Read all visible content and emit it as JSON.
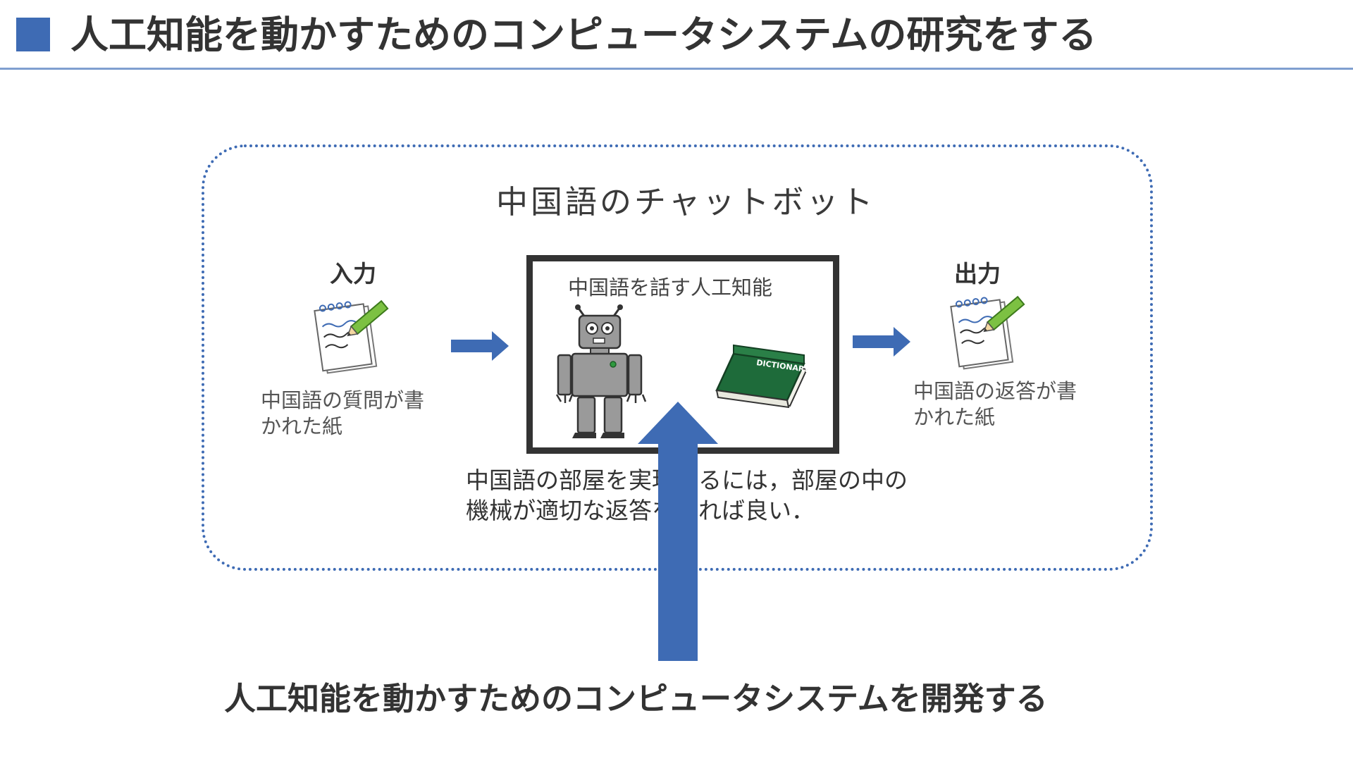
{
  "header": {
    "title": "人工知能を動かすためのコンピュータシステムの研究をする"
  },
  "diagram": {
    "chatbot_title": "中国語のチャットボット",
    "input": {
      "label": "入力",
      "description_line1": "中国語の質問が書",
      "description_line2": "かれた紙"
    },
    "output": {
      "label": "出力",
      "description_line1": "中国語の返答が書",
      "description_line2": "かれた紙"
    },
    "ai_box": {
      "label": "中国語を話す人工知能",
      "book_text": "DICTIONARY"
    },
    "caption_line1": "中国語の部屋を実現するには，部屋の中の",
    "caption_line2": "機械が適切な返答をすれば良い．"
  },
  "footer": {
    "text": "人工知能を動かすためのコンピュータシステムを開発する"
  },
  "colors": {
    "accent": "#3e6bb4",
    "rule": "#7f9fd0",
    "text": "#333333",
    "book_green": "#1e6b3a",
    "robot_gray": "#9a9a9a"
  },
  "icons": [
    "notepad-pencil-icon",
    "robot-icon",
    "dictionary-book-icon",
    "arrow-right-icon",
    "arrow-up-icon"
  ]
}
